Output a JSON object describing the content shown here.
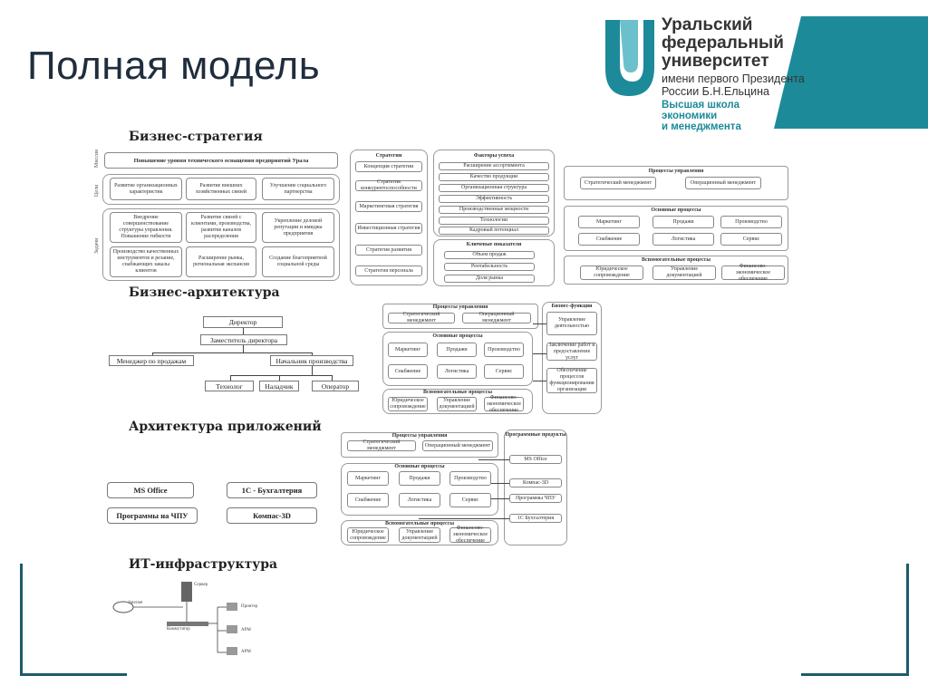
{
  "title": "Полная модель",
  "logo": {
    "university": "Уральский федеральный университет",
    "line1": "Уральский",
    "line2": "федеральный",
    "line3": "университет",
    "sub1": "имени первого Президента",
    "sub2": "России Б.Н.Ельцина",
    "school1": "Высшая школа",
    "school2": "экономики",
    "school3": "и менеджмента"
  },
  "sections": {
    "business_strategy": "Бизнес-стратегия",
    "business_architecture": "Бизнес-архитектура",
    "app_architecture": "Архитектура приложений",
    "it_infrastructure": "ИТ-инфраструктура"
  },
  "strategy": {
    "mission_label": "Миссия",
    "goals_label": "Цели",
    "tasks_label": "Задачи",
    "mission": "Повышение уровня технического оснащения предприятий Урала",
    "goals": [
      "Развитие организационных характеристик",
      "Развитие внешних хозяйственных связей",
      "Улучшение социального партнерства"
    ],
    "tasks": [
      "Внедрение совершенствование структуры управления. Повышение гибкости",
      "Развитие связей с клиентами, производства, развитие каналов распределения",
      "Укрепление деловой репутации и имиджа предприятия",
      "Производство качественных инструментов и резание, снабжающих заказы клиентов",
      "Расширение рынка, региональная экспансия",
      "Создание благоприятной социальной среды"
    ],
    "strategies_title": "Стратегии",
    "strategies": [
      "Концепция стратегии",
      "Стратегия конкурентоспособности",
      "Маркетинговая стратегия",
      "Инвестиционная стратегия",
      "Стратегия развития",
      "Стратегия персонала"
    ],
    "factors_title": "Факторы успеха",
    "factors": [
      "Расширение ассортимента",
      "Качество продукции",
      "Организационная структура",
      "Эффективность",
      "Производственные мощности",
      "Технологии",
      "Кадровый потенциал"
    ],
    "kpi_title": "Ключевые показатели",
    "kpis": [
      "Объем продаж",
      "Рентабельность",
      "Доля рынка"
    ],
    "processes_title": "Процессы управления",
    "processes": [
      "Стратегический менеджмент",
      "Операционный менеджмент"
    ],
    "main_title": "Основные процессы",
    "main": [
      "Маркетинг",
      "Продажи",
      "Производство",
      "Снабжение",
      "Логистика",
      "Сервис"
    ],
    "support_title": "Вспомогательные процессы",
    "support": [
      "Юридическое сопровождение",
      "Управление документацией",
      "Финансово-экономическое обеспечение"
    ]
  },
  "org": {
    "director": "Директор",
    "deputy": "Заместитель директора",
    "sales_manager": "Менеджер по продажам",
    "prod_head": "Начальник производства",
    "technologist": "Технолог",
    "foreman": "Наладчик",
    "operator": "Оператор"
  },
  "bizarch": {
    "mgmt": "Процессы управления",
    "mgmt_items": [
      "Стратегический менеджмент",
      "Операционный менеджмент"
    ],
    "main": "Основные процессы",
    "main_items": [
      "Маркетинг",
      "Продажи",
      "Производство",
      "Снабжение",
      "Логистика",
      "Сервис"
    ],
    "support": "Вспомогательные процессы",
    "support_items": [
      "Юридическое сопровождение",
      "Управление документацией",
      "Финансово-экономическое обеспечение"
    ],
    "functions": "Бизнес-функции",
    "functions_items": [
      "Управление деятельностью",
      "Заключение работ и предоставление услуг",
      "Обеспечение процессов функционирования организации"
    ]
  },
  "apps": {
    "ms_office": "MS Office",
    "buh": "1С - Бухгалтерия",
    "cnc": "Программы на ЧПУ",
    "kompas": "Компас-3D",
    "prog_title": "Программные продукты",
    "prog_items": [
      "MS Office",
      "Компас-3D",
      "Программы ЧПУ",
      "1С Бухгалтерия"
    ]
  },
  "infra": {
    "server": "Сервер",
    "internet": "Internet",
    "switch": "Коммутатор",
    "printer": "Принтер",
    "ws1": "АРМ",
    "ws2": "АРМ"
  }
}
